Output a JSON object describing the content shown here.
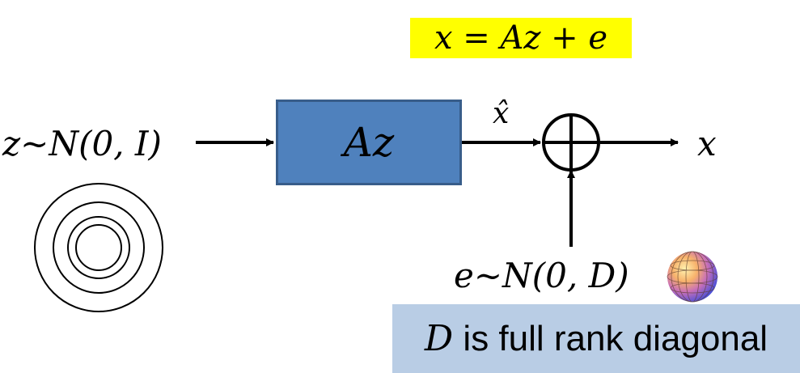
{
  "equation": "x = Az + e",
  "input": {
    "label": "z∼N(0, I)"
  },
  "block": {
    "label": "Az"
  },
  "intermediate": {
    "label": "x̂"
  },
  "output": {
    "label": "x"
  },
  "noise": {
    "label": "e∼N(0, D)"
  },
  "note": {
    "symbol": "D",
    "text": " is full rank diagonal"
  },
  "icons": [
    "concentric-circles-icon",
    "sphere-icon",
    "sum-junction-icon"
  ],
  "colors": {
    "highlight": "#ffff00",
    "block_fill": "#4f81bd",
    "block_border": "#385d8a",
    "note_fill": "#b9cde5"
  }
}
